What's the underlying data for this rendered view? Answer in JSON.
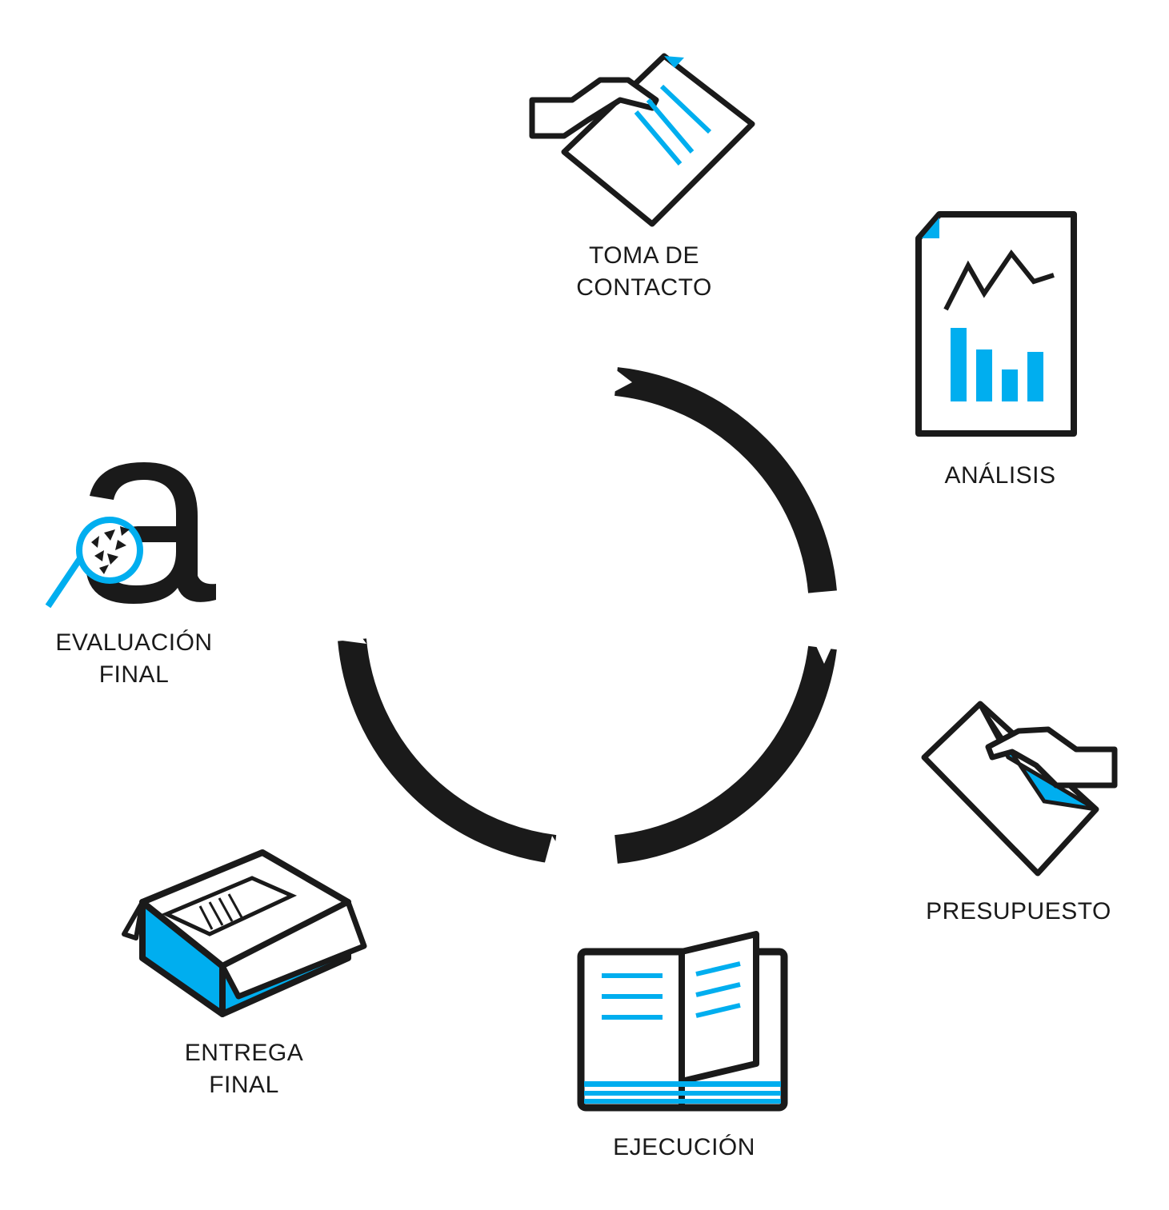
{
  "colors": {
    "ink": "#1a1a1a",
    "accent": "#00aeef",
    "paper": "#ffffff"
  },
  "steps": [
    {
      "id": "toma",
      "lines": [
        "TOMA DE",
        "CONTACTO"
      ],
      "icon": "hand-document-icon"
    },
    {
      "id": "analisis",
      "lines": [
        "ANÁLISIS"
      ],
      "icon": "chart-report-icon"
    },
    {
      "id": "presupuesto",
      "lines": [
        "PRESUPUESTO"
      ],
      "icon": "hand-pen-document-icon"
    },
    {
      "id": "ejecucion",
      "lines": [
        "EJECUCIÓN"
      ],
      "icon": "open-book-icon"
    },
    {
      "id": "entrega",
      "lines": [
        "ENTREGA",
        "FINAL"
      ],
      "icon": "open-box-icon"
    },
    {
      "id": "evaluacion",
      "lines": [
        "EVALUACIÓN",
        "FINAL"
      ],
      "icon": "magnifier-letter-icon"
    }
  ],
  "cycle": {
    "arrows": 3,
    "icon": "cycle-arrows-icon"
  }
}
